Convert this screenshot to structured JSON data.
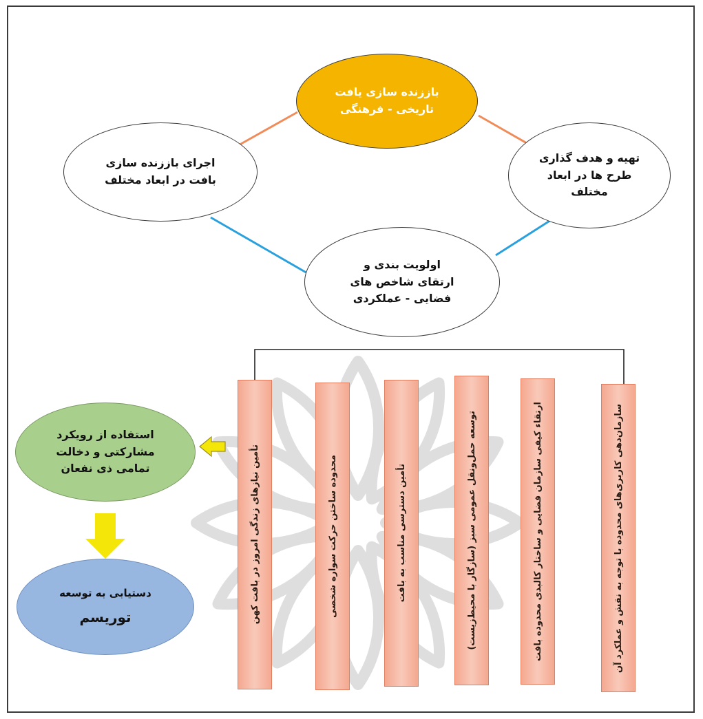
{
  "diagram": {
    "cycle": {
      "top": "باززنده سازی یافت\nتاریخی - فرهنگی",
      "right": "تهیه و هدف گذاری\nطرح ها در ابعاد\nمختلف",
      "left": "اجرای باززنده سازی\nبافت در ابعاد مختلف",
      "bottom": "اولویت بندی و\nارتقای شاخص های\nفضایی - عملکردی"
    },
    "strategies": [
      "سازمان‌دهی کاربری‌های محدوده با توجه به نقش و عملکرد آن",
      "ارتقاء کیفی سازمان فضایی و ساختار کالبدی محدوده بافت",
      "توسعه حمل‌ونقل عمومی سبز (سازگار با محیط‌زیست)",
      "تأمین دسترسی مناسب به بافت",
      "محدوده ساختن حرکت سواره شخصی",
      "تأمین نیازهای زندگی امروز در بافت کهن"
    ],
    "participation": "استفاده از رویکرد\nمشارکتی و دخالت\nتمامی ذی نفعان",
    "outcome": {
      "line1": "دستیابی به توسعه",
      "line2": "توریسم"
    },
    "colors": {
      "gold": "#f4b400",
      "orange_connector": "#f08c5a",
      "blue_connector": "#2aa0dc",
      "bar_fill": "#f4a890",
      "green": "#a9cf8d",
      "blue": "#98b7e0",
      "arrow_yellow": "#f5e60a"
    }
  }
}
